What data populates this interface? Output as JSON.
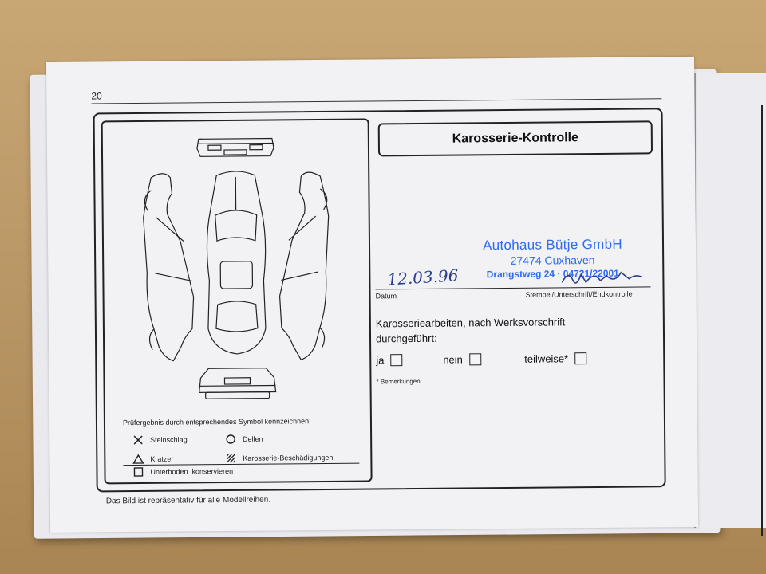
{
  "page": {
    "number": "20",
    "title": "Karosserie-Kontrolle",
    "footer_note": "Das Bild ist repräsentativ für alle Modellreihen."
  },
  "stamp": {
    "line1": "Autohaus Bütje GmbH",
    "line2": "27474 Cuxhaven",
    "line3": "Drangstweg 24 · 04721/22001",
    "color": "#2d6cf0"
  },
  "form": {
    "date_handwritten": "12.03.96",
    "date_label": "Datum",
    "signature_label": "Stempel/Unterschrift/Endkontrolle",
    "statement_line1": "Karosseriearbeiten, nach Werksvorschrift",
    "statement_line2": "durchgeführt:",
    "options": [
      {
        "label": "ja"
      },
      {
        "label": "nein"
      },
      {
        "label": "teilweise*"
      }
    ],
    "remarks_label": "* Bemerkungen:"
  },
  "legend": {
    "title": "Prüfergebnis durch entsprechendes Symbol kennzeichnen:",
    "items": [
      {
        "symbol": "x-icon",
        "label": "Steinschlag"
      },
      {
        "symbol": "circle-icon",
        "label": "Dellen"
      },
      {
        "symbol": "triangle-icon",
        "label": "Kratzer"
      },
      {
        "symbol": "hatched-square-icon",
        "label": "Karosserie-Beschädigungen"
      },
      {
        "symbol": "square-icon",
        "label": "Unterboden  konservieren"
      }
    ]
  }
}
